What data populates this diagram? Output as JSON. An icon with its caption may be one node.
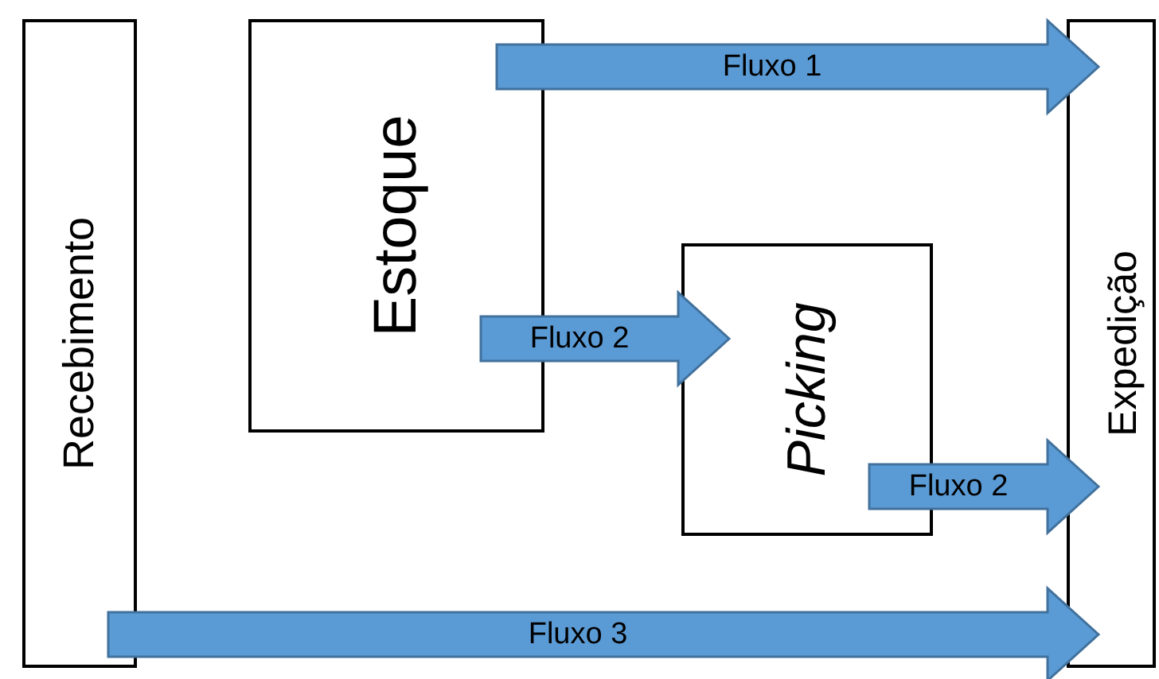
{
  "diagram": {
    "nodes": [
      {
        "text": [
          "Recebimento"
        ]
      },
      {
        "text": [
          "Estoque"
        ]
      },
      {
        "text": [
          "Picking"
        ]
      },
      {
        "text": [
          "Expedição"
        ]
      }
    ],
    "edges": [
      {
        "from": 1,
        "to": 3,
        "arrow": "to",
        "label": "Fluxo 1"
      },
      {
        "from": 1,
        "to": 2,
        "arrow": "to",
        "label": "Fluxo 2"
      },
      {
        "from": 2,
        "to": 3,
        "arrow": "to",
        "label": "Fluxo 2"
      },
      {
        "from": 0,
        "to": 3,
        "arrow": "to",
        "label": "Fluxo 3"
      }
    ]
  }
}
